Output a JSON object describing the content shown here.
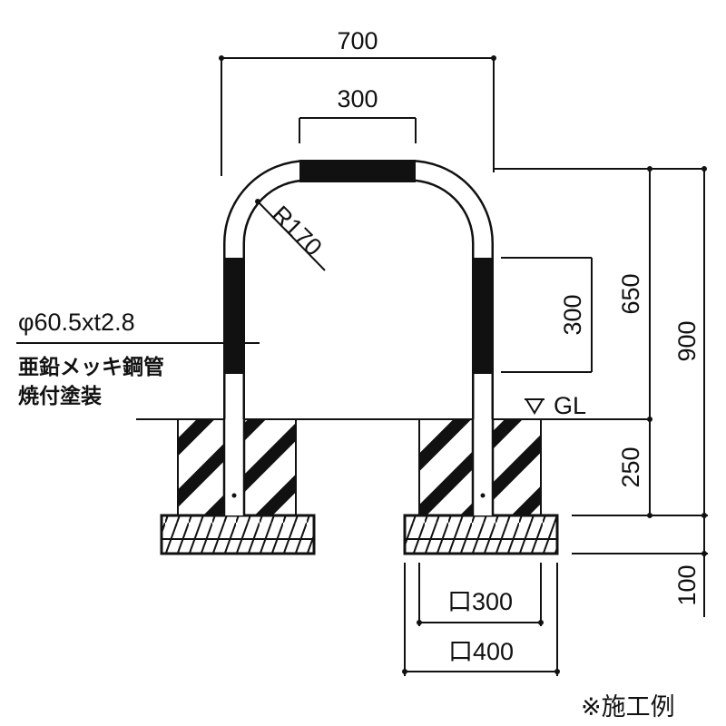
{
  "dimensions": {
    "overall_width": "700",
    "top_black_band": "300",
    "bend_radius": "R170",
    "side_black_band": "300",
    "above_ground_height": "650",
    "total_height": "900",
    "embed_depth": "250",
    "footing_thickness": "100",
    "sleeve_size": "口300",
    "footing_size": "口400"
  },
  "labels": {
    "pipe_spec": "φ60.5xt2.8",
    "material_line1": "亜鉛メッキ鋼管",
    "material_line2": "焼付塗装",
    "ground_level": "GL",
    "note": "※施工例"
  },
  "colors": {
    "line": "#111111",
    "band": "#111111",
    "background": "#ffffff"
  }
}
